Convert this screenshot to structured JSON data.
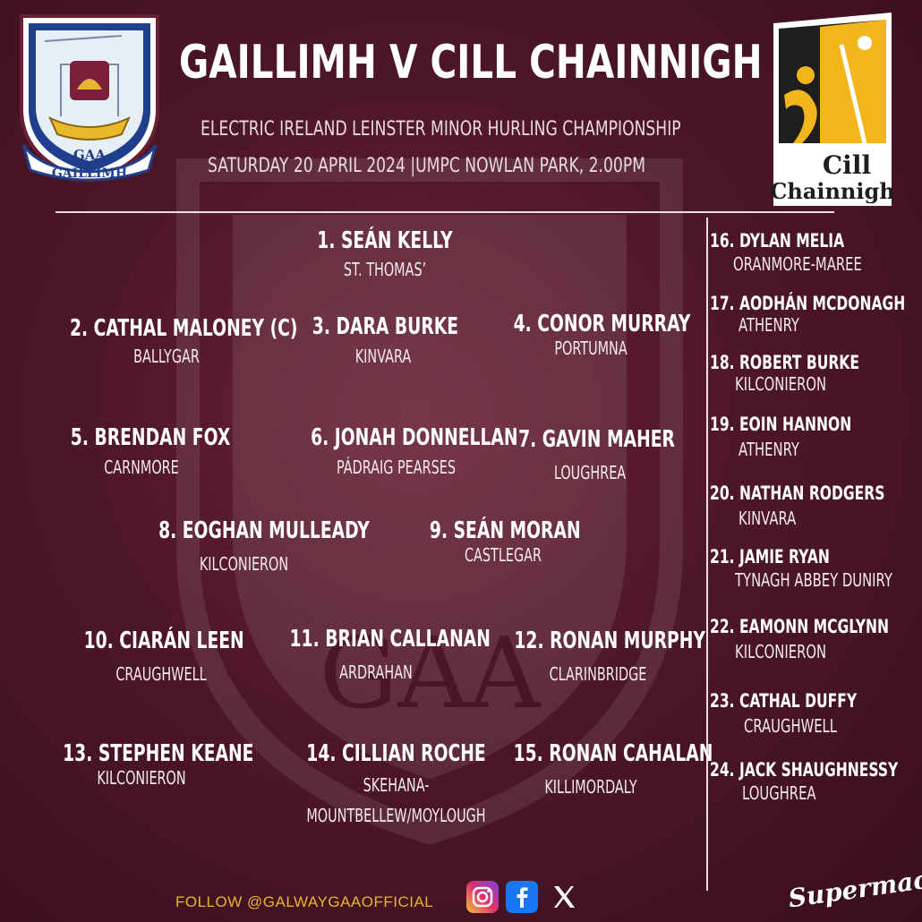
{
  "title": "GAILLIMH V CILL CHAINNIGH",
  "competition": "ELECTRIC IRELAND LEINSTER MINOR HURLING CHAMPIONSHIP",
  "fixture": "SATURDAY 20 APRIL 2024 |UMPC NOWLAN PARK, 2.00PM",
  "home_crest": {
    "badge": "GAA",
    "name": "GAILLIMH"
  },
  "away_crest": {
    "line1": "Cill",
    "line2": "Chainnigh"
  },
  "starting": [
    {
      "name": "1. SEÁN KELLY",
      "club": "ST. THOMAS’"
    },
    {
      "name": "2. CATHAL MALONEY (C)",
      "club": "BALLYGAR"
    },
    {
      "name": "3. DARA BURKE",
      "club": "KINVARA"
    },
    {
      "name": "4. CONOR MURRAY",
      "club": "PORTUMNA"
    },
    {
      "name": "5. BRENDAN FOX",
      "club": "CARNMORE"
    },
    {
      "name": "6. JONAH DONNELLAN",
      "club": "PÁDRAIG PEARSES"
    },
    {
      "name": "7. GAVIN MAHER",
      "club": "LOUGHREA"
    },
    {
      "name": "8. EOGHAN MULLEADY",
      "club": "KILCONIERON"
    },
    {
      "name": "9. SEÁN MORAN",
      "club": "CASTLEGAR"
    },
    {
      "name": "10. CIARÁN LEEN",
      "club": "CRAUGHWELL"
    },
    {
      "name": "11. BRIAN CALLANAN",
      "club": "ARDRAHAN"
    },
    {
      "name": "12. RONAN MURPHY",
      "club": "CLARINBRIDGE"
    },
    {
      "name": "13. STEPHEN KEANE",
      "club": "KILCONIERON"
    },
    {
      "name": "14. CILLIAN ROCHE",
      "club": "SKEHANA-",
      "club2": "MOUNTBELLEW/MOYLOUGH"
    },
    {
      "name": "15. RONAN CAHALAN",
      "club": "KILLIMORDALY"
    }
  ],
  "subs": [
    {
      "name": "16. DYLAN MELIA",
      "club": "ORANMORE-MAREE"
    },
    {
      "name": "17. AODHÁN MCDONAGH",
      "club": "ATHENRY"
    },
    {
      "name": "18. ROBERT BURKE",
      "club": "KILCONIERON"
    },
    {
      "name": "19. EOIN HANNON",
      "club": "ATHENRY"
    },
    {
      "name": "20. NATHAN RODGERS",
      "club": "KINVARA"
    },
    {
      "name": "21. JAMIE RYAN",
      "club": "TYNAGH ABBEY DUNIRY"
    },
    {
      "name": "22. EAMONN MCGLYNN",
      "club": "KILCONIERON"
    },
    {
      "name": "23. CATHAL DUFFY",
      "club": "CRAUGHWELL"
    },
    {
      "name": "24. JACK SHAUGHNESSY",
      "club": "LOUGHREA"
    }
  ],
  "footer": {
    "follow": "FOLLOW @GALWAYGAAOFFICIAL",
    "social_icons": [
      "instagram-icon",
      "facebook-icon",
      "x-icon"
    ],
    "sponsor": "Supermac's"
  },
  "colors": {
    "maroon": "#4e1728",
    "gold": "#e6b533",
    "kilkenny_amber": "#f2b51c"
  }
}
